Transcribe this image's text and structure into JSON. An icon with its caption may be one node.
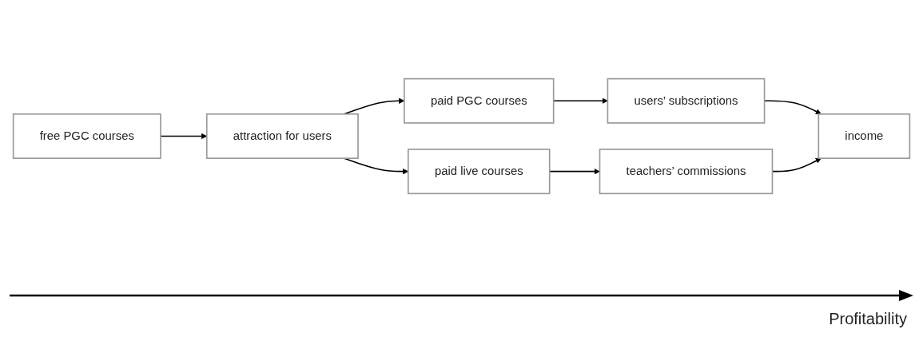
{
  "diagram": {
    "nodes": [
      {
        "text": [
          "free PGC courses"
        ]
      },
      {
        "text": [
          "attraction for users"
        ]
      },
      {
        "text": [
          "paid PGC courses"
        ]
      },
      {
        "text": [
          "users’ subscriptions"
        ]
      },
      {
        "text": [
          "paid live courses"
        ]
      },
      {
        "text": [
          "teachers’ commissions"
        ]
      },
      {
        "text": [
          "income"
        ]
      }
    ],
    "edges": [
      {
        "from": 0,
        "to": 1,
        "arrow": "to"
      },
      {
        "from": 1,
        "to": 2,
        "arrow": "to"
      },
      {
        "from": 1,
        "to": 4,
        "arrow": "to"
      },
      {
        "from": 2,
        "to": 3,
        "arrow": "to"
      },
      {
        "from": 4,
        "to": 5,
        "arrow": "to"
      },
      {
        "from": 3,
        "to": 6,
        "arrow": "to"
      },
      {
        "from": 5,
        "to": 6,
        "arrow": "to"
      }
    ],
    "labels": [
      "Profitability"
    ]
  }
}
